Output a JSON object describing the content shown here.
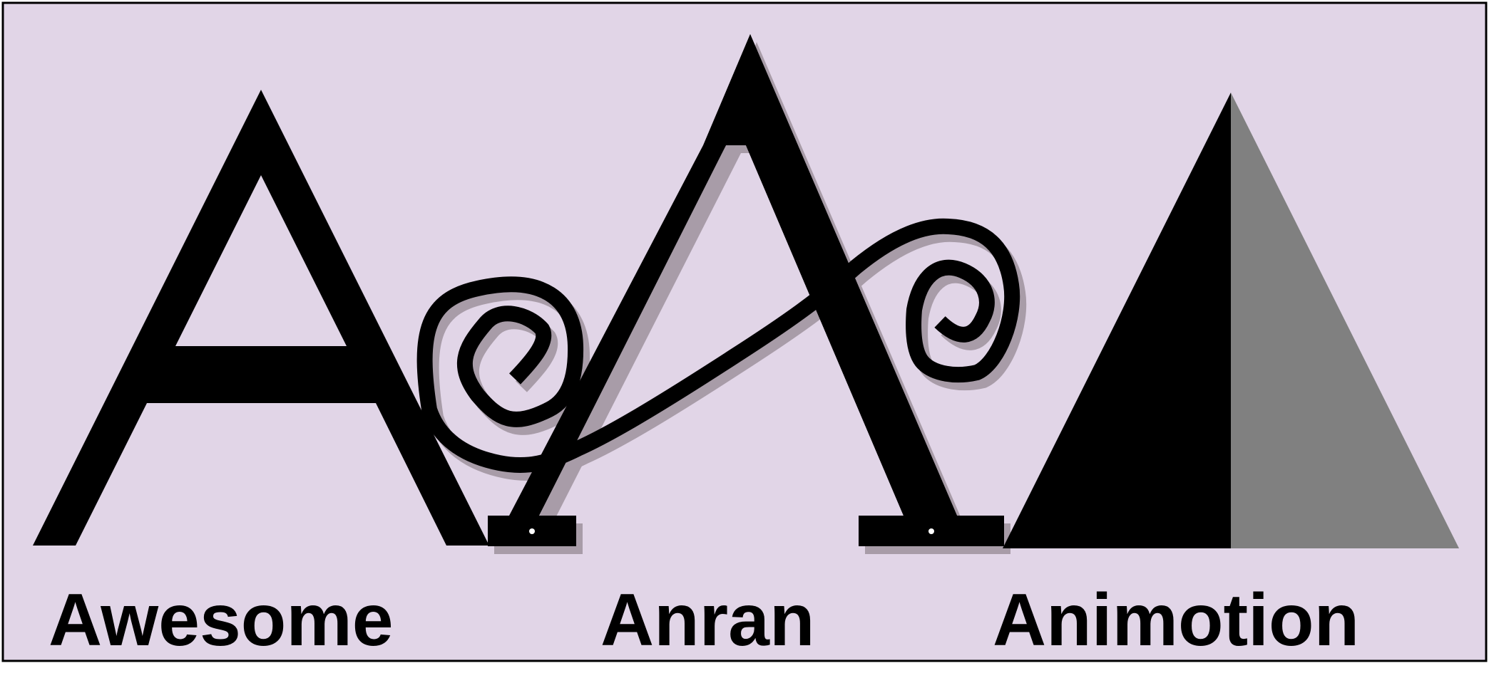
{
  "logo": {
    "words": [
      "Awesome",
      "Anran",
      "Animotion"
    ]
  },
  "colors": {
    "background": "#e1d5e7",
    "border": "#000000",
    "ink": "#000000",
    "shadow": "#a89ca8",
    "gray_face": "#808080"
  },
  "icons": {
    "left_mark": "serif-letter-a",
    "middle_mark": "ornate-swirl-letter-a",
    "right_mark": "half-shaded-triangle"
  }
}
